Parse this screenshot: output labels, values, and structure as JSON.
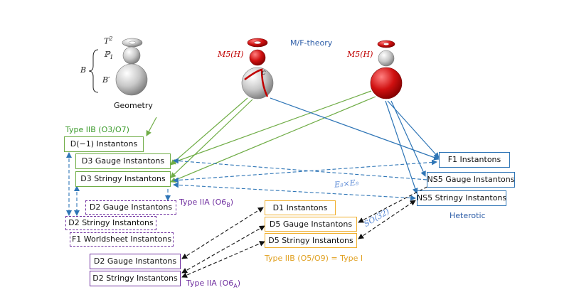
{
  "labels": {
    "geometry": "Geometry",
    "t2": "T",
    "t2_sup": "2",
    "p1": "ℙ",
    "p1_sub": "1",
    "b": "B",
    "bprime": "B′",
    "m5h_left": "M5(H)",
    "m5h_right": "M5(H)",
    "c": "c",
    "mf_theory": "M/F-theory",
    "type_iib_o3o7": "Type IIB (O3/O7)",
    "type_iia_o6b": "Type IIA (O6",
    "type_iia_o6b_sub": "B",
    "type_iia_o6a": "Type IIA (O6",
    "type_iia_o6a_sub": "A",
    "type_iib_o5o9": "Type IIB (O5/O9) = Type I",
    "heterotic": "Heterotic",
    "e8e8": "E₈×E₈",
    "so32": "SO(32)"
  },
  "boxes": {
    "d_minus1": "D(−1) Instantons",
    "d3_gauge": "D3 Gauge Instantons",
    "d3_stringy": "D3 Stringy Instantons",
    "d2_gauge_b": "D2 Gauge Instantons",
    "d2_stringy_b": "D2 Stringy Instantons",
    "f1_worldsheet": "F1 Worldsheet Instantons",
    "d2_gauge_a": "D2 Gauge Instantons",
    "d2_stringy_a": "D2 Stringy Instantons",
    "d1": "D1 Instantons",
    "d5_gauge": "D5 Gauge Instantons",
    "d5_stringy": "D5 Stringy Instantons",
    "f1_inst": "F1 Instantons",
    "ns5_gauge": "NS5 Gauge Instantons",
    "ns5_stringy": "NS5 Stringy Instantons"
  },
  "colors": {
    "green": "#70ad47",
    "blue": "#2e75b6",
    "purple": "#7030a0",
    "orange": "#f0b030",
    "red": "#c00000"
  }
}
